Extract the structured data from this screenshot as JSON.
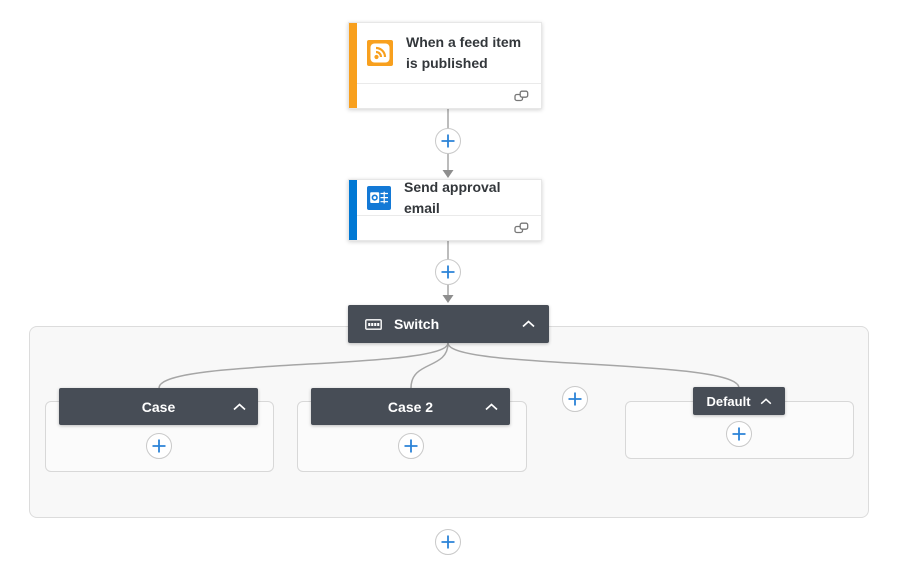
{
  "flow": {
    "trigger": {
      "title": "When a feed item is published",
      "icon": "rss-icon",
      "accent_color": "#F8A01E"
    },
    "action": {
      "title": "Send approval email",
      "icon": "outlook-icon",
      "accent_color": "#0078D4"
    },
    "switch": {
      "label": "Switch",
      "icon": "switch-icon",
      "cases": [
        {
          "label": "Case"
        },
        {
          "label": "Case 2"
        },
        {
          "label": "Default"
        }
      ]
    }
  },
  "colors": {
    "header_dark": "#474D56",
    "plus_blue": "#2B83D7",
    "connector_gray": "#A6A6A6",
    "arrow_gray": "#8E8E8E",
    "scope_background": "#F8F8F8",
    "scope_border": "#DCDCDC",
    "rss_orange": "#F8A01E",
    "outlook_blue": "#1379D6"
  }
}
